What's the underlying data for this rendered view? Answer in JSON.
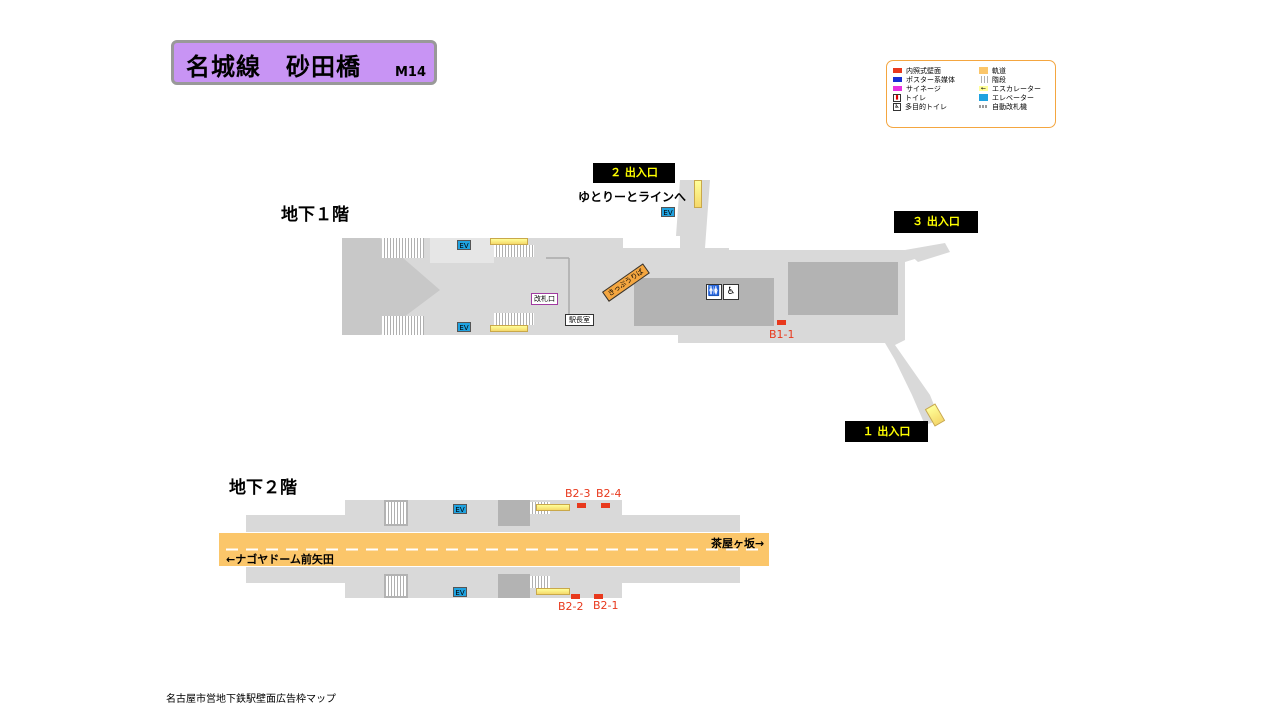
{
  "header": {
    "line_station": "名城線　砂田橋",
    "station_code": "M14"
  },
  "legend": {
    "items_left": [
      {
        "label": "内照式壁面",
        "color": "#e8391d"
      },
      {
        "label": "ポスター系媒体",
        "color": "#1a2fd4"
      },
      {
        "label": "サイネージ",
        "color": "#e82fe0"
      },
      {
        "label": "トイレ",
        "icon": "toilet-icon"
      },
      {
        "label": "多目的トイレ",
        "icon": "wheelchair-icon"
      }
    ],
    "items_right": [
      {
        "label": "軌道",
        "icon": "track-icon"
      },
      {
        "label": "階段",
        "icon": "stairs-icon"
      },
      {
        "label": "エスカレーター",
        "icon": "escalator-icon"
      },
      {
        "label": "エレベーター",
        "icon": "elevator-icon"
      },
      {
        "label": "自動改札機",
        "icon": "ticket-gate-icon"
      }
    ]
  },
  "floors": {
    "b1": "地下１階",
    "b2": "地下２階"
  },
  "b1": {
    "ev_label": "EV",
    "kaisatsu": "改札口",
    "ekichoushitsu": "駅長室",
    "kippu": "きっぷうりば",
    "exit2": "２ 出入口",
    "exit2_note": "ゆとりーとラインへ",
    "exit3": "３ 出入口",
    "exit1": "１ 出入口",
    "ad_b1_1": "B1-1"
  },
  "b2": {
    "ev_label": "EV",
    "dir_left": "←ナゴヤドーム前矢田",
    "dir_right": "茶屋ヶ坂→",
    "ad_b2_1": "B2-1",
    "ad_b2_2": "B2-2",
    "ad_b2_3": "B2-3",
    "ad_b2_4": "B2-4"
  },
  "footer": "名古屋市営地下鉄駅壁面広告枠マップ",
  "colors": {
    "title_bg": "#c894f4",
    "legend_border": "#f4a640",
    "track": "#fbc66a",
    "ad_red": "#e8391d",
    "ev_blue": "#1fa2e0"
  }
}
